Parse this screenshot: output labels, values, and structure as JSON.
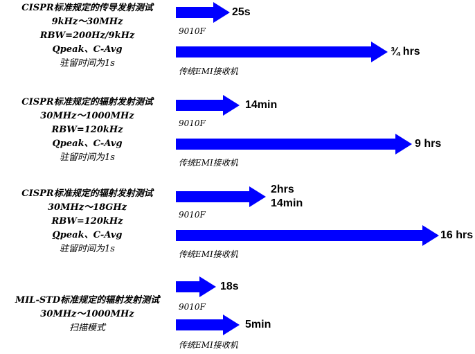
{
  "colors": {
    "arrow": "#0000ff",
    "text": "#000000",
    "background": "#ffffff"
  },
  "groups": [
    {
      "lines": [
        "CISPR标准规定的传导发射测试",
        "9kHz～30MHz",
        "RBW=200Hz/9kHz",
        "Qpeak、C-Avg",
        "驻留时间为1s"
      ],
      "rows": [
        {
          "device": "9010F",
          "time": [
            "25s"
          ]
        },
        {
          "device": "传统EMI接收机",
          "time": [
            "¾ hrs"
          ]
        }
      ]
    },
    {
      "lines": [
        "CISPR标准规定的辐射发射测试",
        "30MHz～1000MHz",
        "RBW=120kHz",
        "Qpeak、C-Avg",
        "驻留时间为1s"
      ],
      "rows": [
        {
          "device": "9010F",
          "time": [
            "14min"
          ]
        },
        {
          "device": "传统EMI接收机",
          "time": [
            "9 hrs"
          ]
        }
      ]
    },
    {
      "lines": [
        "CISPR标准规定的辐射发射测试",
        "30MHz～18GHz",
        "RBW=120kHz",
        "Qpeak、C-Avg",
        "驻留时间为1s"
      ],
      "rows": [
        {
          "device": "9010F",
          "time": [
            "2hrs",
            "14min"
          ]
        },
        {
          "device": "传统EMI接收机",
          "time": [
            "16 hrs"
          ]
        }
      ]
    },
    {
      "lines": [
        "MIL-STD标准规定的辐射发射测试",
        "30MHz～1000MHz",
        "扫描模式"
      ],
      "rows": [
        {
          "device": "9010F",
          "time": [
            "18s"
          ]
        },
        {
          "device": "传统EMI接收机",
          "time": [
            "5min"
          ]
        }
      ]
    }
  ]
}
